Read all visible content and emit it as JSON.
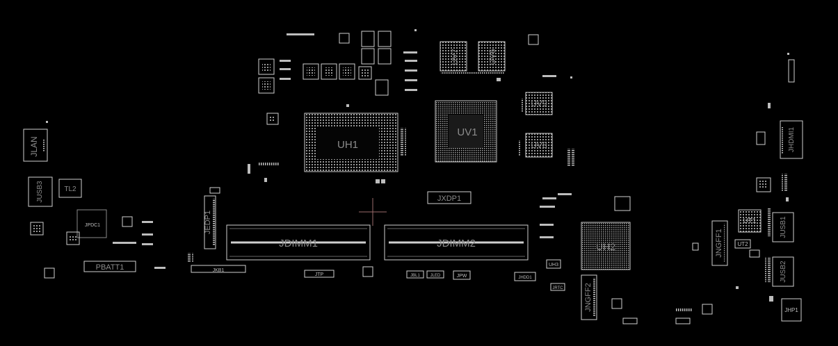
{
  "board": {
    "labels": {
      "uh1": "UH1",
      "uv1": "UV1",
      "uv7": "UV7",
      "uv6": "UV6",
      "uv9": "UV9",
      "uv8": "UV8",
      "uh2": "UH2",
      "ut1": "UT1",
      "ut2": "UT2",
      "jlan": "JLAN",
      "jusb3": "JUSB3",
      "tl2": "TL2",
      "jpdc1": "JPDC1",
      "pbatt1": "PBATT1",
      "jedp1": "JEDP1",
      "jkb1": "JKB1",
      "jdimm1": "JDIMM1",
      "jdimm2": "JDIMM2",
      "jxdp1": "JXDP1",
      "jtp": "JTP",
      "jbl1": "JBL1",
      "jled": "JLED",
      "jpw": "JPW",
      "jhdd1": "JHDD1",
      "uh3": "UH3",
      "jrtc": "JRTC",
      "jngff2": "JNGFF2",
      "jngff1": "JNGFF1",
      "jusb1": "JUSB1",
      "jusb2": "JUSB2",
      "jhp1": "JHP1",
      "jhdmi1": "JHDMI1"
    }
  }
}
